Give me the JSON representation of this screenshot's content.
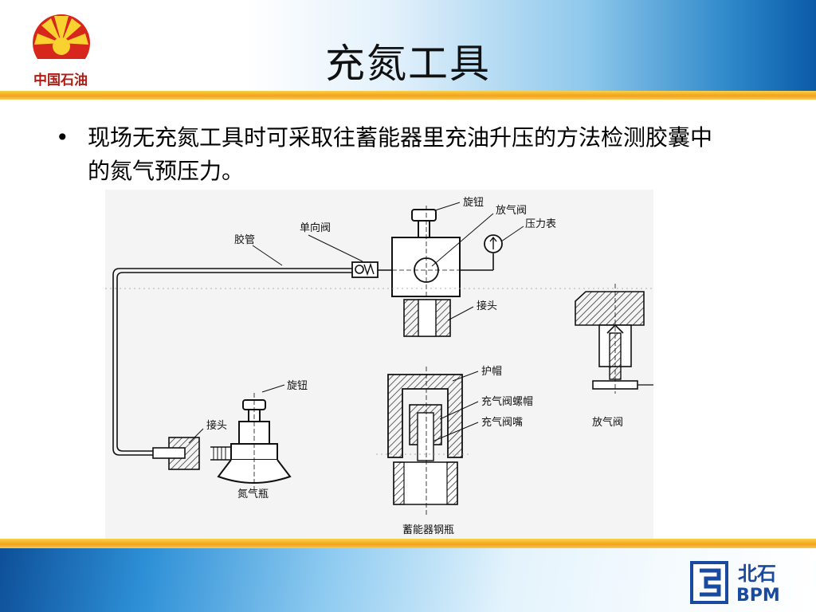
{
  "slide": {
    "title": "充氮工具",
    "brand_left": "中国石油",
    "bullet_symbol": "•",
    "bullet_text": "现场无充氮工具时可采取往蓄能器里充油升压的方法检测胶囊中的氮气预压力。"
  },
  "figure": {
    "labels": {
      "knob_top": "旋钮",
      "bleed_valve_top": "放气阀",
      "pressure_gauge": "压力表",
      "check_valve": "单向阀",
      "hose": "胶管",
      "connector_top": "接头",
      "protective_cap": "护帽",
      "charging_valve_nut": "充气阀螺帽",
      "charging_valve_nozzle": "充气阀嘴",
      "bleed_valve_right": "放气阀",
      "knob_bottom": "旋钮",
      "connector_bottom": "接头",
      "nitrogen_bottle": "氮气瓶",
      "accumulator_bottle": "蓄能器钢瓶"
    }
  },
  "footer": {
    "logo_cn": "北石",
    "logo_en": "BPM"
  },
  "colors": {
    "accent_orange": "#f3a21a",
    "petrochina_red": "#d7261b",
    "petrochina_yellow": "#f9d130",
    "header_blue": "#0a5aa8",
    "bpm_blue": "#1a4aa0"
  }
}
